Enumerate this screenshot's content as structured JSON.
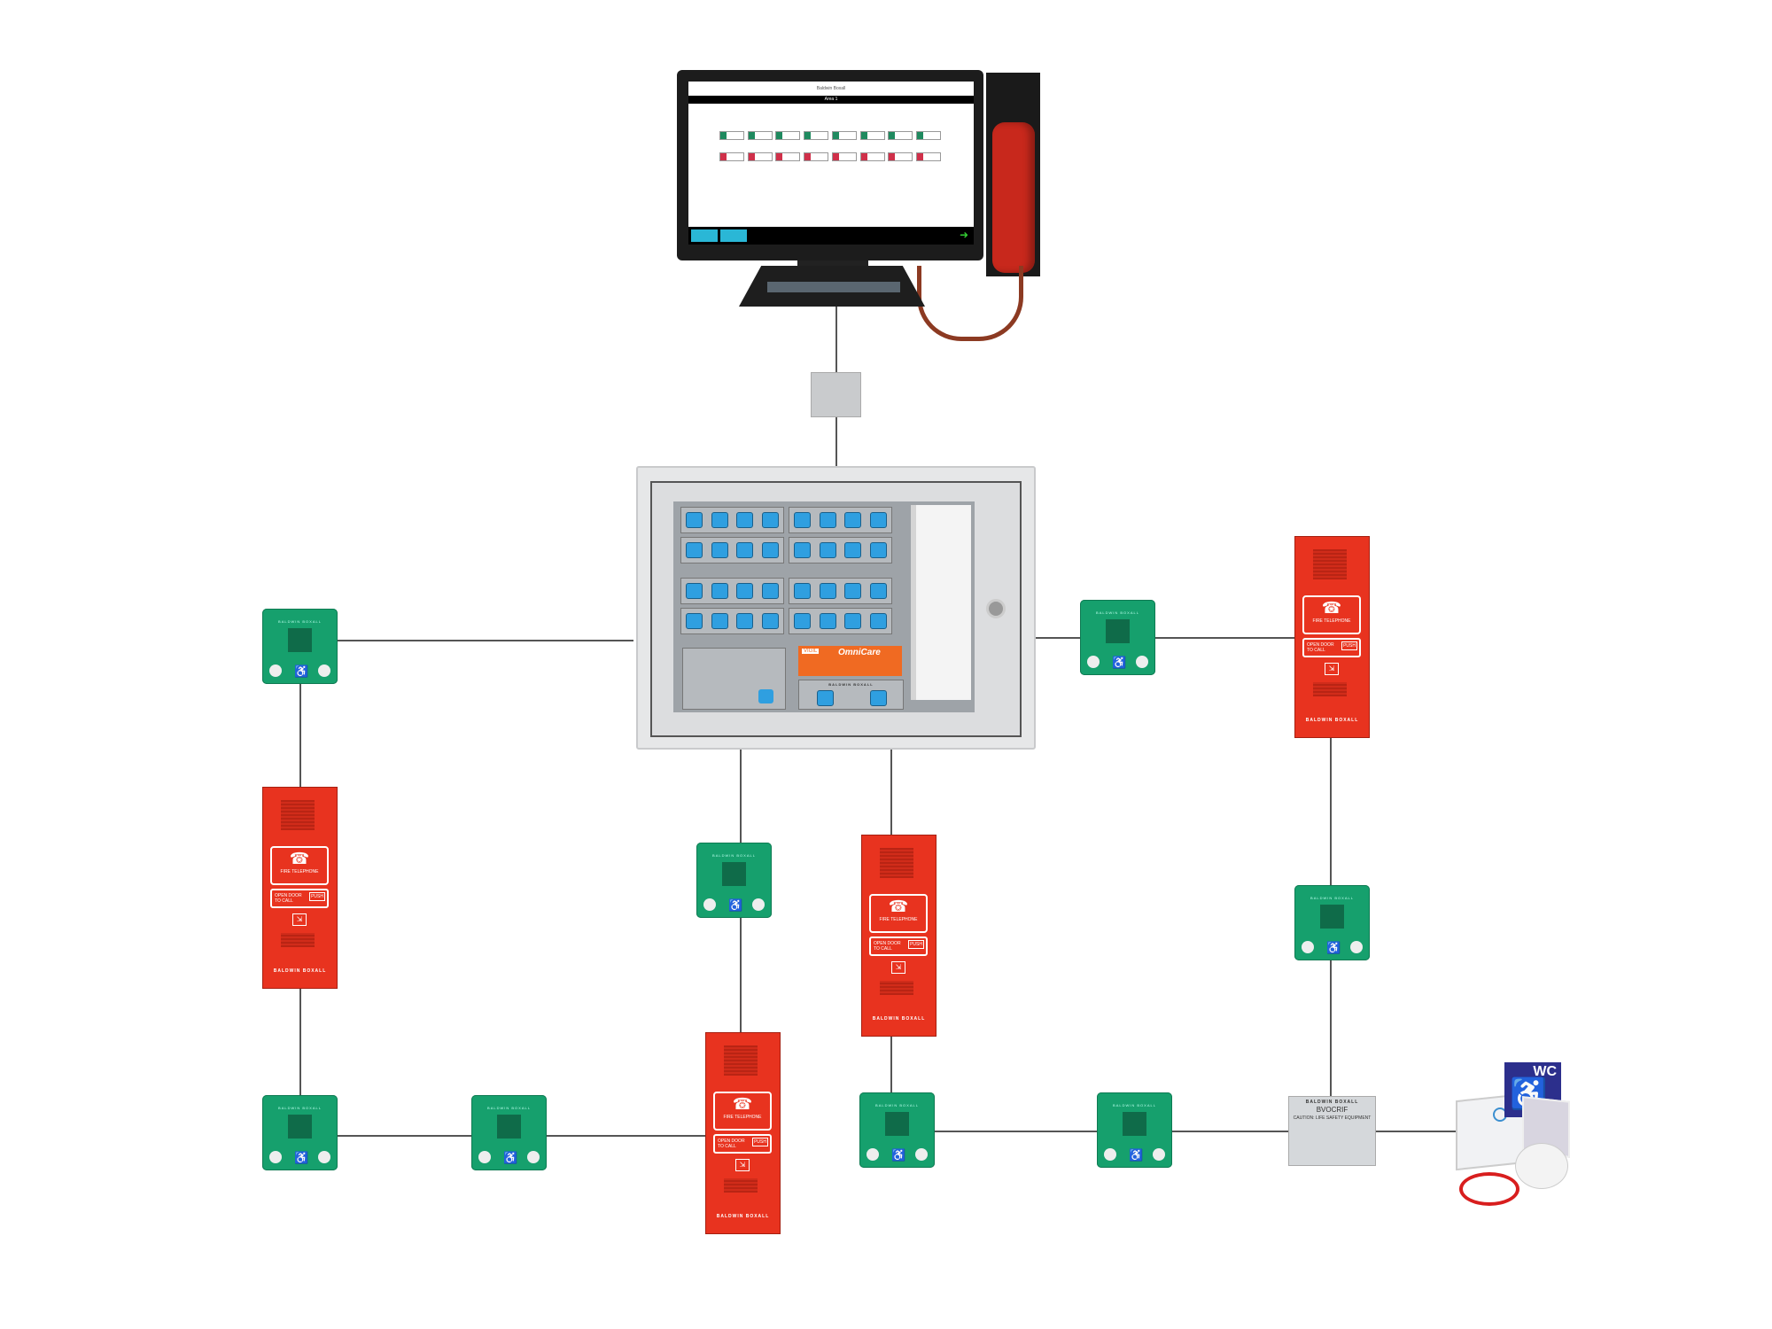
{
  "monitor": {
    "header_logo": "Baldwin Boxall",
    "area_label": "Area 1",
    "tile_colors": {
      "active": "#1f8a5f",
      "alarm": "#d0304a"
    }
  },
  "panel": {
    "omni_badge": "VIGIL",
    "omni_title": "OmniCare",
    "brand": "BALDWIN BOXALL"
  },
  "green_unit": {
    "brand": "BALDWIN BOXALL",
    "color": "#16a06d"
  },
  "red_unit": {
    "sign_line": "FIRE TELEPHONE",
    "open_text": "OPEN DOOR TO CALL",
    "push": "PUSH",
    "brand": "BALDWIN BOXALL",
    "color": "#e8331f"
  },
  "plate": {
    "brand": "BALDWIN BOXALL",
    "code": "BVOCRIF",
    "caution": "CAUTION: LIFE SAFETY EQUIPMENT"
  },
  "wc": {
    "label": "WC",
    "color": "#2c2f8c"
  }
}
